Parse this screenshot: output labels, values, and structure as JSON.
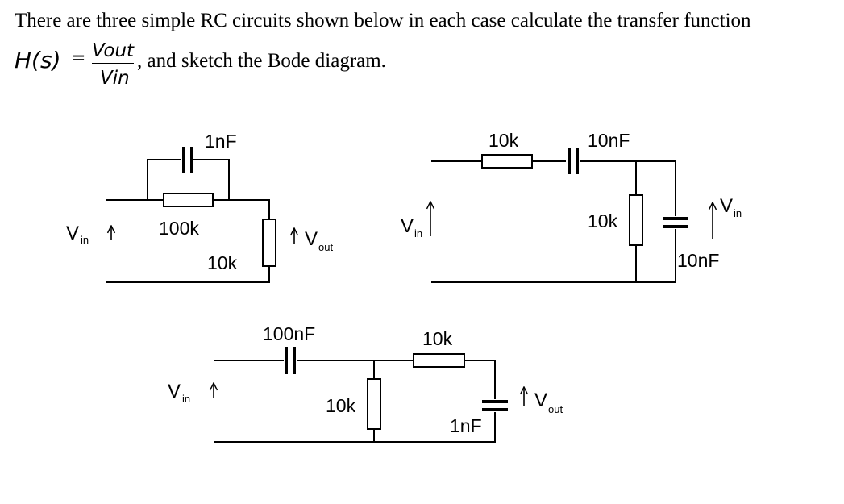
{
  "question": {
    "line1": "There are three simple RC circuits shown below in each case calculate the transfer function",
    "h_label": "H(s)",
    "equals": "=",
    "numerator": "Vout",
    "denominator": "Vin",
    "line2": ", and sketch the Bode diagram."
  },
  "circuit1": {
    "capacitor_label": "1nF",
    "resistor_top_label": "100k",
    "resistor_shunt_label": "10k",
    "vin_main": "V",
    "vin_sub": "in",
    "vout_main": "V",
    "vout_sub": "out"
  },
  "circuit2": {
    "resistor_series_label": "10k",
    "capacitor_series_label": "10nF",
    "resistor_shunt_label": "10k",
    "capacitor_shunt_label": "10nF",
    "vin_left_main": "V",
    "vin_left_sub": "in",
    "vin_right_main": "V",
    "vin_right_sub": "in"
  },
  "circuit3": {
    "capacitor_series_label": "100nF",
    "resistor_series_label": "10k",
    "resistor_shunt_label": "10k",
    "capacitor_shunt_label": "1nF",
    "vin_main": "V",
    "vin_sub": "in",
    "vout_main": "V",
    "vout_sub": "out"
  }
}
